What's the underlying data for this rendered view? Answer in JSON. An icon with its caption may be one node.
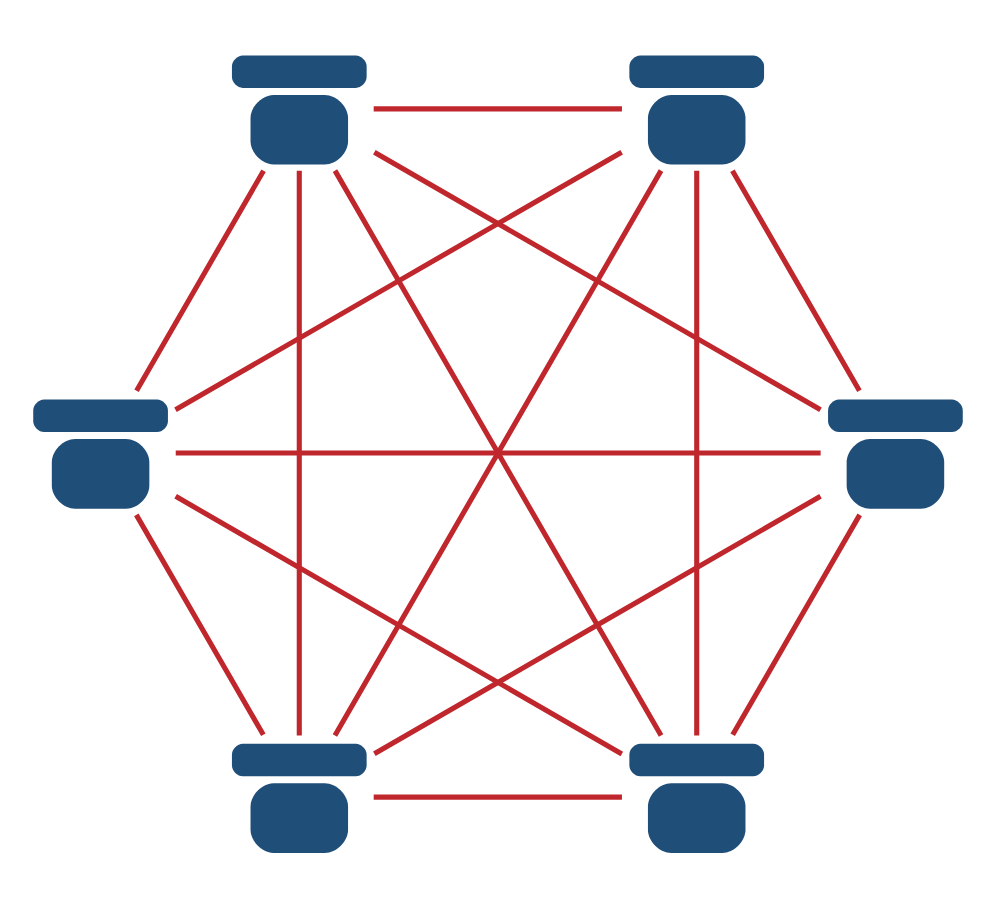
{
  "diagram": {
    "nodes": [
      {
        "text": [],
        "shape": "picture"
      },
      {
        "text": [],
        "shape": "picture"
      },
      {
        "text": [],
        "shape": "picture"
      },
      {
        "text": [],
        "shape": "picture"
      },
      {
        "text": [],
        "shape": "picture"
      },
      {
        "text": [],
        "shape": "picture"
      }
    ],
    "edges": [
      {
        "from": 0,
        "to": 1,
        "arrow": "none"
      },
      {
        "from": 0,
        "to": 2,
        "arrow": "none"
      },
      {
        "from": 0,
        "to": 3,
        "arrow": "none"
      },
      {
        "from": 0,
        "to": 4,
        "arrow": "none"
      },
      {
        "from": 0,
        "to": 5,
        "arrow": "none"
      },
      {
        "from": 1,
        "to": 2,
        "arrow": "none"
      },
      {
        "from": 1,
        "to": 3,
        "arrow": "none"
      },
      {
        "from": 1,
        "to": 4,
        "arrow": "none"
      },
      {
        "from": 1,
        "to": 5,
        "arrow": "none"
      },
      {
        "from": 2,
        "to": 3,
        "arrow": "none"
      },
      {
        "from": 2,
        "to": 4,
        "arrow": "none"
      },
      {
        "from": 2,
        "to": 5,
        "arrow": "none"
      },
      {
        "from": 3,
        "to": 4,
        "arrow": "none"
      },
      {
        "from": 3,
        "to": 5,
        "arrow": "none"
      },
      {
        "from": 4,
        "to": 5,
        "arrow": "none"
      }
    ]
  }
}
